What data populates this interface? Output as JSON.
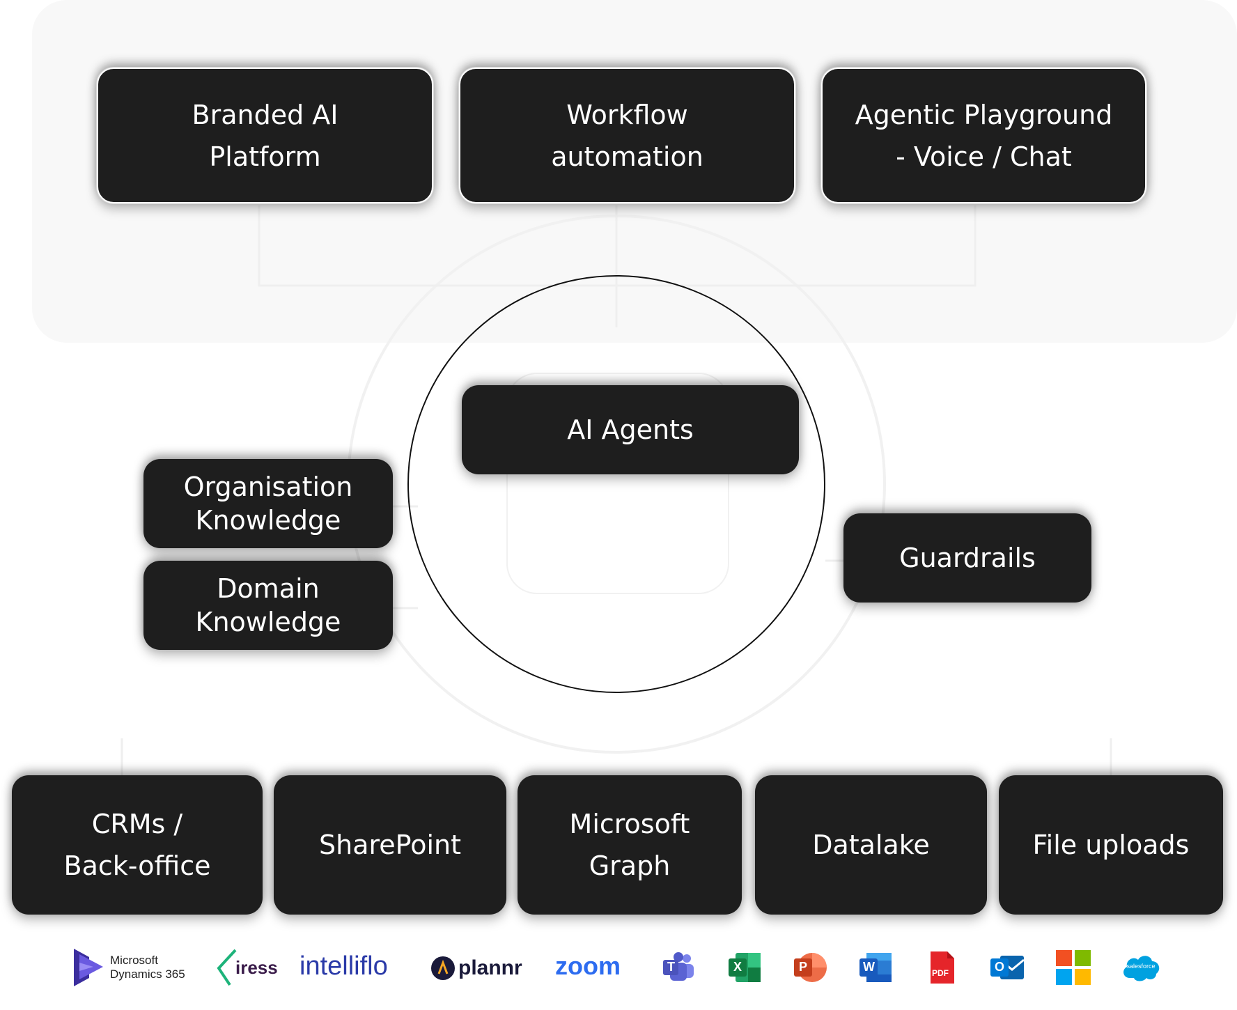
{
  "outputs": [
    {
      "label": "Branded AI\nPlatform"
    },
    {
      "label": "Workflow\nautomation"
    },
    {
      "label": "Agentic Playground\n- Voice / Chat"
    }
  ],
  "center": {
    "label": "AI Agents"
  },
  "left": [
    {
      "label": "Organisation\nKnowledge"
    },
    {
      "label": "Domain\nKnowledge"
    }
  ],
  "right": {
    "label": "Guardrails"
  },
  "sources": [
    {
      "label": "CRMs /\nBack-office"
    },
    {
      "label": "SharePoint"
    },
    {
      "label": "Microsoft\nGraph"
    },
    {
      "label": "Datalake"
    },
    {
      "label": "File uploads"
    }
  ],
  "logos": {
    "dynamics_line1": "Microsoft",
    "dynamics_line2": "Dynamics 365",
    "iress": "iress",
    "intelliflo": "intelliflo",
    "plannr": "plannr",
    "zoom": "zoom",
    "teams_letter": "T",
    "excel_letter": "X",
    "powerpoint_letter": "P",
    "word_letter": "W",
    "pdf_letter": "PDF",
    "outlook_letter": "O",
    "salesforce": "salesforce"
  },
  "colors": {
    "box_bg": "#1e1e1e",
    "box_text": "#ffffff",
    "panel_bg": "#f8f8f8"
  }
}
